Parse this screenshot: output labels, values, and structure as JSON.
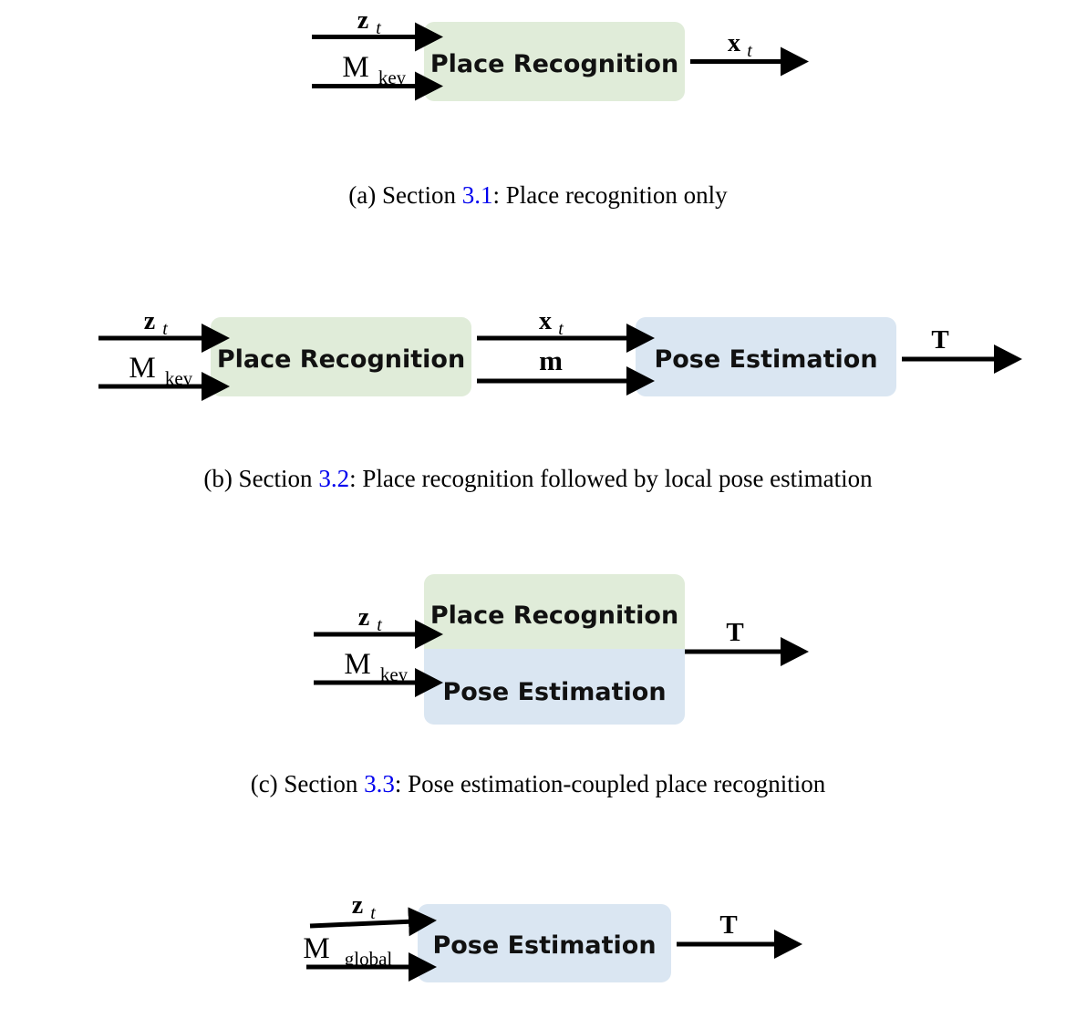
{
  "figure": {
    "type": "block-diagram-set",
    "background_color": "#ffffff",
    "palette": {
      "place_recognition_fill": "#e0ecd9",
      "pose_estimation_fill": "#dae6f2",
      "arrow_color": "#000000",
      "text_color": "#111111",
      "link_color": "#0000ee"
    },
    "panels": [
      {
        "id": "a",
        "blocks": [
          {
            "label": "Place Recognition",
            "fill_role": "place_recognition_fill"
          }
        ],
        "inputs": [
          {
            "label_main": "z",
            "label_sub": "t",
            "style": "bold-italic-sub"
          },
          {
            "label_main": "M",
            "label_sub": "key",
            "style": "roman-roman-sub"
          }
        ],
        "outputs": [
          {
            "label_main": "x",
            "label_sub": "t",
            "style": "bold-italic-sub"
          }
        ],
        "caption_prefix": "(a) Section ",
        "caption_ref": "3.1",
        "caption_suffix": ": Place recognition only"
      },
      {
        "id": "b",
        "blocks": [
          {
            "label": "Place Recognition",
            "fill_role": "place_recognition_fill"
          },
          {
            "label": "Pose Estimation",
            "fill_role": "pose_estimation_fill"
          }
        ],
        "inputs": [
          {
            "label_main": "z",
            "label_sub": "t",
            "style": "bold-italic-sub"
          },
          {
            "label_main": "M",
            "label_sub": "key",
            "style": "roman-roman-sub"
          }
        ],
        "intermediates": [
          {
            "label_main": "x",
            "label_sub": "t",
            "style": "bold-italic-sub"
          },
          {
            "label_main": "m",
            "label_sub": "",
            "style": "bold-no-sub"
          }
        ],
        "outputs": [
          {
            "label_main": "T",
            "label_sub": "",
            "style": "bold-no-sub"
          }
        ],
        "caption_prefix": "(b) Section ",
        "caption_ref": "3.2",
        "caption_suffix": ": Place recognition followed by local pose estimation"
      },
      {
        "id": "c",
        "blocks": [
          {
            "label": "Place Recognition",
            "fill_role": "place_recognition_fill"
          },
          {
            "label": "Pose Estimation",
            "fill_role": "pose_estimation_fill"
          }
        ],
        "inputs": [
          {
            "label_main": "z",
            "label_sub": "t",
            "style": "bold-italic-sub"
          },
          {
            "label_main": "M",
            "label_sub": "key",
            "style": "roman-roman-sub"
          }
        ],
        "outputs": [
          {
            "label_main": "T",
            "label_sub": "",
            "style": "bold-no-sub"
          }
        ],
        "caption_prefix": "(c) Section ",
        "caption_ref": "3.3",
        "caption_suffix": ": Pose estimation-coupled place recognition"
      },
      {
        "id": "d",
        "blocks": [
          {
            "label": "Pose Estimation",
            "fill_role": "pose_estimation_fill"
          }
        ],
        "inputs": [
          {
            "label_main": "z",
            "label_sub": "t",
            "style": "bold-italic-sub"
          },
          {
            "label_main": "M",
            "label_sub": "global",
            "style": "roman-roman-sub"
          }
        ],
        "outputs": [
          {
            "label_main": "T",
            "label_sub": "",
            "style": "bold-no-sub"
          }
        ],
        "caption_prefix": "",
        "caption_ref": "",
        "caption_suffix": ""
      }
    ]
  },
  "panel_a": {
    "block_label": "Place Recognition",
    "input_1_main": "z",
    "input_1_sub": "t",
    "input_2_main": "M",
    "input_2_sub": "key",
    "output_1_main": "x",
    "output_1_sub": "t",
    "caption_prefix": "(a) Section ",
    "caption_ref": "3.1",
    "caption_suffix": ": Place recognition only"
  },
  "panel_b": {
    "block_1_label": "Place Recognition",
    "block_2_label": "Pose Estimation",
    "input_1_main": "z",
    "input_1_sub": "t",
    "input_2_main": "M",
    "input_2_sub": "key",
    "mid_1_main": "x",
    "mid_1_sub": "t",
    "mid_2_main": "m",
    "output_1_main": "T",
    "caption_prefix": "(b) Section ",
    "caption_ref": "3.2",
    "caption_suffix": ": Place recognition followed by local pose estimation"
  },
  "panel_c": {
    "block_1_label": "Place Recognition",
    "block_2_label": "Pose Estimation",
    "input_1_main": "z",
    "input_1_sub": "t",
    "input_2_main": "M",
    "input_2_sub": "key",
    "output_1_main": "T",
    "caption_prefix": "(c) Section ",
    "caption_ref": "3.3",
    "caption_suffix": ": Pose estimation-coupled place recognition"
  },
  "panel_d": {
    "block_label": "Pose Estimation",
    "input_1_main": "z",
    "input_1_sub": "t",
    "input_2_main": "M",
    "input_2_sub": "global",
    "output_1_main": "T"
  }
}
